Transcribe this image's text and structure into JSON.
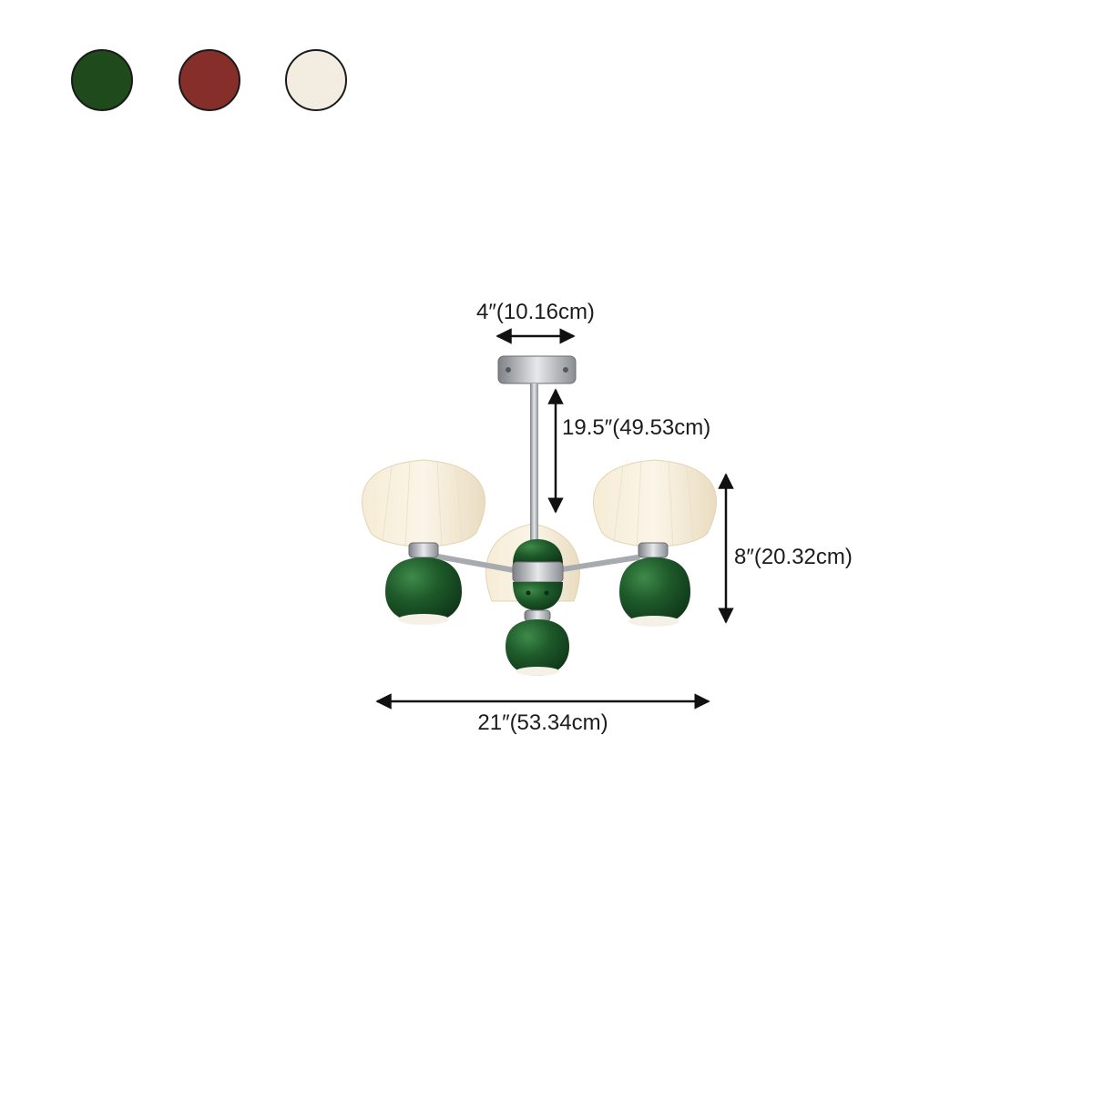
{
  "color_options": [
    {
      "name": "green",
      "hex": "#1f4a1c"
    },
    {
      "name": "red",
      "hex": "#862e2a"
    },
    {
      "name": "cream",
      "hex": "#f2ede0"
    }
  ],
  "dimensions": {
    "canopy_diameter": "4″(10.16cm)",
    "rod_length": "19.5″(49.53cm)",
    "fixture_height": "8″(20.32cm)",
    "overall_width": "21″(53.34cm)"
  },
  "product": {
    "shade_color": "#f4e8cf",
    "cup_color": "#1e5a2a",
    "metal_color": "#b9bcc0"
  }
}
